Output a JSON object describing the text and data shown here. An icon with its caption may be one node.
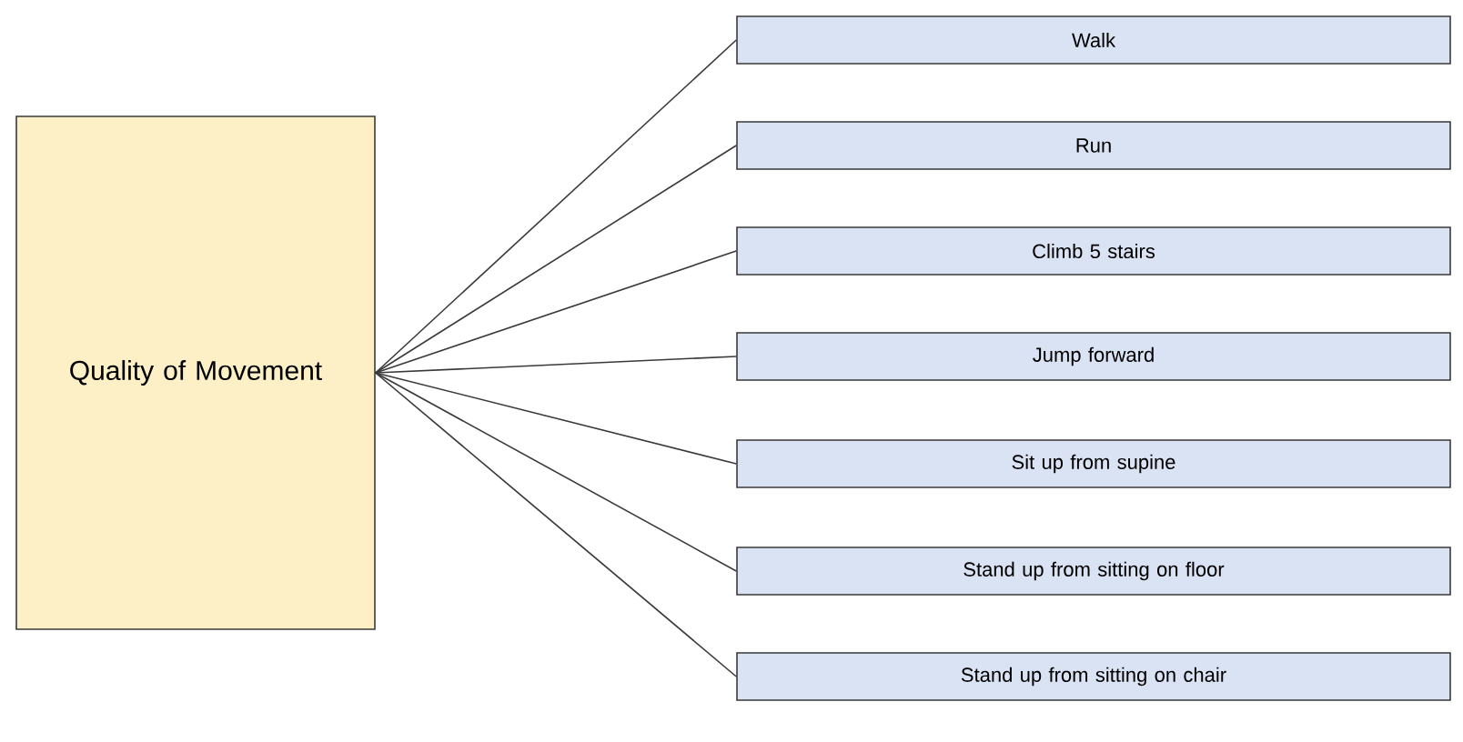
{
  "diagram": {
    "nodes": [
      {
        "text": [
          "Quality of Movement"
        ]
      },
      {
        "text": [
          "Walk"
        ]
      },
      {
        "text": [
          "Run"
        ]
      },
      {
        "text": [
          "Climb 5 stairs"
        ]
      },
      {
        "text": [
          "Jump forward"
        ]
      },
      {
        "text": [
          "Sit up from supine"
        ]
      },
      {
        "text": [
          "Stand up from sitting on floor"
        ]
      },
      {
        "text": [
          "Stand up from sitting on chair"
        ]
      }
    ],
    "edges": [
      {
        "from": 0,
        "to": 1,
        "arrow": "none"
      },
      {
        "from": 0,
        "to": 2,
        "arrow": "none"
      },
      {
        "from": 0,
        "to": 3,
        "arrow": "none"
      },
      {
        "from": 0,
        "to": 4,
        "arrow": "none"
      },
      {
        "from": 0,
        "to": 5,
        "arrow": "none"
      },
      {
        "from": 0,
        "to": 6,
        "arrow": "none"
      },
      {
        "from": 0,
        "to": 7,
        "arrow": "none"
      }
    ]
  }
}
